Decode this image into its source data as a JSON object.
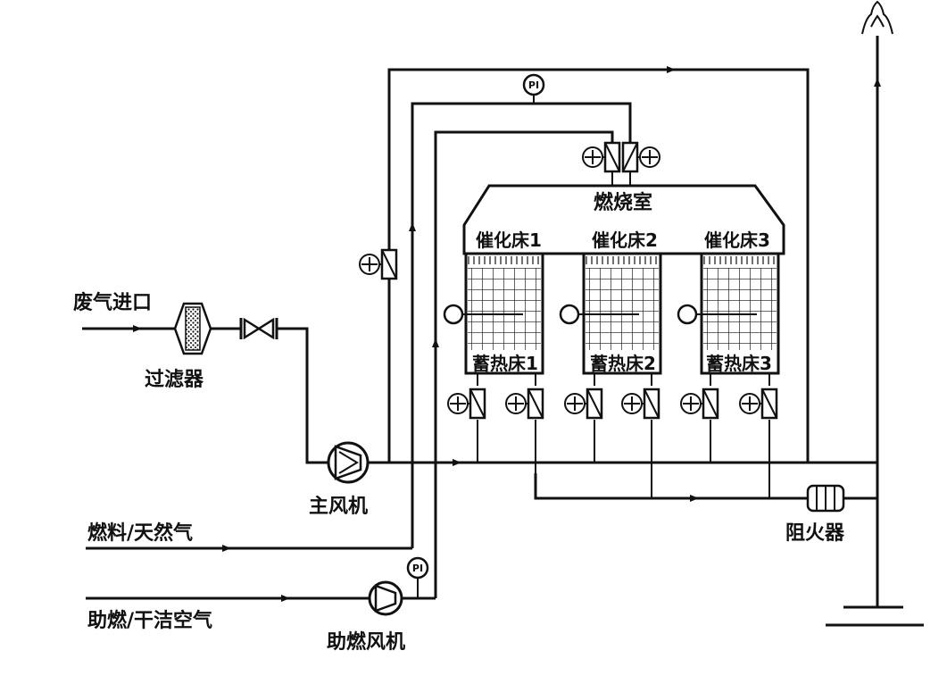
{
  "labels": {
    "waste_gas_inlet": "废气进口",
    "filter": "过滤器",
    "main_fan": "主风机",
    "fuel": "燃料/天然气",
    "combustion_air": "助燃/干洁空气",
    "combustion_fan": "助燃风机",
    "combustion_chamber": "燃烧室",
    "catalyst_bed_1": "催化床1",
    "catalyst_bed_2": "催化床2",
    "catalyst_bed_3": "催化床3",
    "regen_bed_1": "蓄热床1",
    "regen_bed_2": "蓄热床2",
    "regen_bed_3": "蓄热床3",
    "flame_arrester": "阻火器",
    "pressure_indicator_1": "PI",
    "pressure_indicator_2": "PI"
  }
}
